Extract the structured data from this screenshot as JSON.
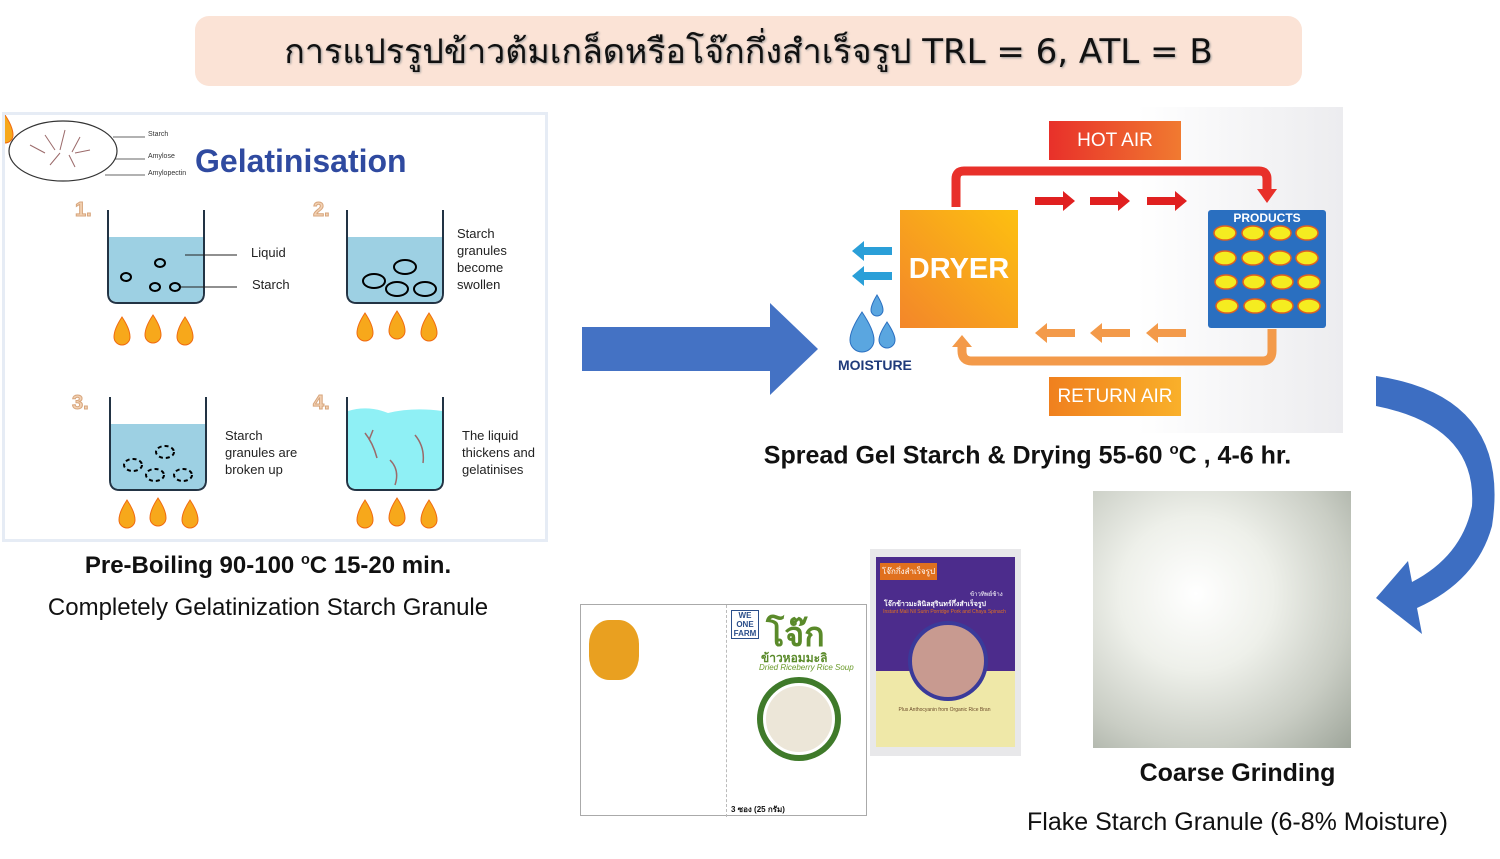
{
  "title": "การแปรรูปข้าวต้มเกล็ดหรือโจ๊กกึ่งสำเร็จรูป TRL = 6, ATL = B",
  "gelatinisation": {
    "heading": "Gelatinisation",
    "granule_labels": [
      "Starch",
      "Amylose",
      "Amylopectin"
    ],
    "steps": [
      {
        "num": "1.",
        "labels": [
          "Liquid",
          "Starch"
        ]
      },
      {
        "num": "2.",
        "text": [
          "Starch",
          "granules",
          "become",
          "swollen"
        ]
      },
      {
        "num": "3.",
        "text": [
          "Starch",
          "granules are",
          "broken up"
        ]
      },
      {
        "num": "4.",
        "text": [
          "The liquid",
          "thickens and",
          "gelatinises"
        ]
      }
    ]
  },
  "pre_boiling": {
    "a": "Pre-Boiling 90-100 ",
    "sup": "o",
    "b": "C 15-20 min."
  },
  "completely": "Completely Gelatinization Starch  Granule",
  "dryer": {
    "hot_air": "HOT AIR",
    "return_air": "RETURN AIR",
    "dryer": "DRYER",
    "products": "PRODUCTS",
    "moisture": "MOISTURE"
  },
  "drying_caption": {
    "a": "Spread Gel Starch &  Drying 55-60 ",
    "sup": "o",
    "b": "C , 4-6 hr."
  },
  "grinding": {
    "title": "Coarse Grinding",
    "subtitle": "Flake Starch Granule (6-8% Moisture)"
  },
  "package1": {
    "brand": "WE ONE FARM",
    "name": "โจ๊ก",
    "thai": "ข้าวหอมมะลิ",
    "english": "Dried Riceberry Rice Soup",
    "weight": "3 ซอง (25 กรัม)"
  },
  "package2": {
    "tag": "โจ๊กกึ่งสำเร็จรูป",
    "brand": "ข้าวทิพย์ช้าง",
    "name": "โจ๊กข้าวมะลินิลสุรินทร์กึ่งสำเร็จรูป",
    "english": "Instant Mali Nil Surin Porridge Pork and Chaya Spinach",
    "sub": "Plus Anthocyanin from Organic Rice Bran"
  },
  "colors": {
    "title_bg": "#fbe3d6",
    "gel_heading": "#2f4aa0",
    "arrow_blue": "#4472c4",
    "hot": "#e8302a",
    "return": "#f39a4a",
    "dryer": "#f7a21e",
    "products": "#2a6fc0"
  }
}
